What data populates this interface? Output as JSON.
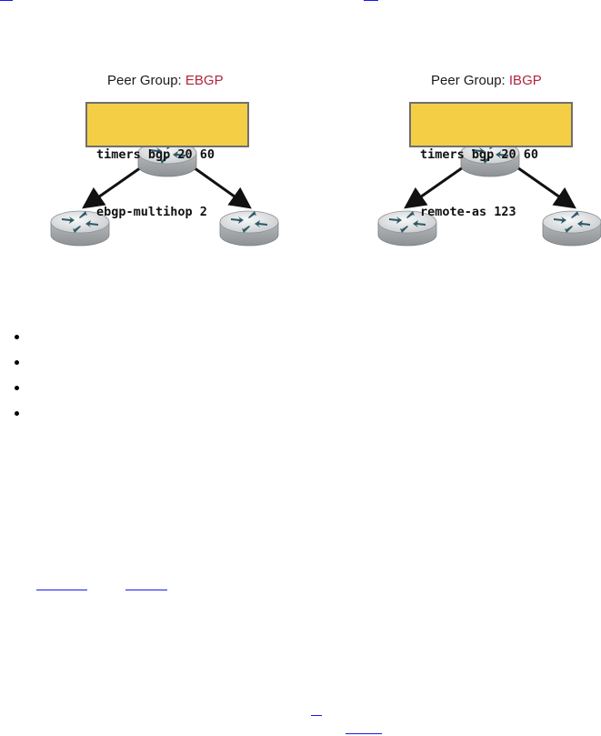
{
  "figure": {
    "groups": [
      {
        "label_prefix": "Peer Group: ",
        "name": "EBGP",
        "config_lines": [
          "timers bgp 20 60",
          "ebgp-multihop 2"
        ]
      },
      {
        "label_prefix": "Peer Group: ",
        "name": "IBGP",
        "config_lines": [
          "timers bgp 20 60",
          "remote-as 123"
        ]
      }
    ]
  },
  "colors": {
    "group_name": "#b3243c",
    "config_box_fill": "#f4cf45",
    "link": "#1a1aee",
    "router_body": "#c9ccce",
    "router_arrows": "#2e5a66"
  },
  "bullets": {
    "count": 4
  }
}
